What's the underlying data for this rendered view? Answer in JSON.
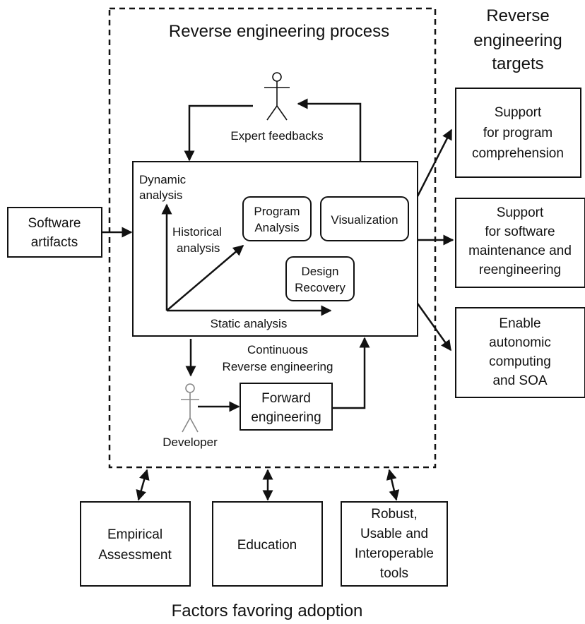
{
  "process": {
    "title": "Reverse engineering process",
    "expert_feedbacks": "Expert feedbacks",
    "axes": {
      "dynamic": [
        "Dynamic",
        "analysis"
      ],
      "historical": [
        "Historical",
        "analysis"
      ],
      "static": "Static analysis"
    },
    "inner_boxes": {
      "program_analysis": [
        "Program",
        "Analysis"
      ],
      "visualization": "Visualization",
      "design_recovery": [
        "Design",
        "Recovery"
      ]
    },
    "continuous": [
      "Continuous",
      "Reverse engineering"
    ],
    "developer": "Developer",
    "forward_engineering": [
      "Forward",
      "engineering"
    ]
  },
  "input": {
    "software_artifacts": [
      "Software",
      "artifacts"
    ]
  },
  "targets": {
    "title": [
      "Reverse",
      "engineering",
      "targets"
    ],
    "items": [
      [
        "Support",
        "for program",
        "comprehension"
      ],
      [
        "Support",
        "for software",
        "maintenance and",
        "reengineering"
      ],
      [
        "Enable",
        "autonomic",
        "computing",
        "and SOA"
      ]
    ]
  },
  "factors": {
    "title": "Factors favoring adoption",
    "items": [
      [
        "Empirical",
        "Assessment"
      ],
      [
        "Education"
      ],
      [
        "Robust,",
        "Usable and",
        "Interoperable",
        "tools"
      ]
    ]
  }
}
